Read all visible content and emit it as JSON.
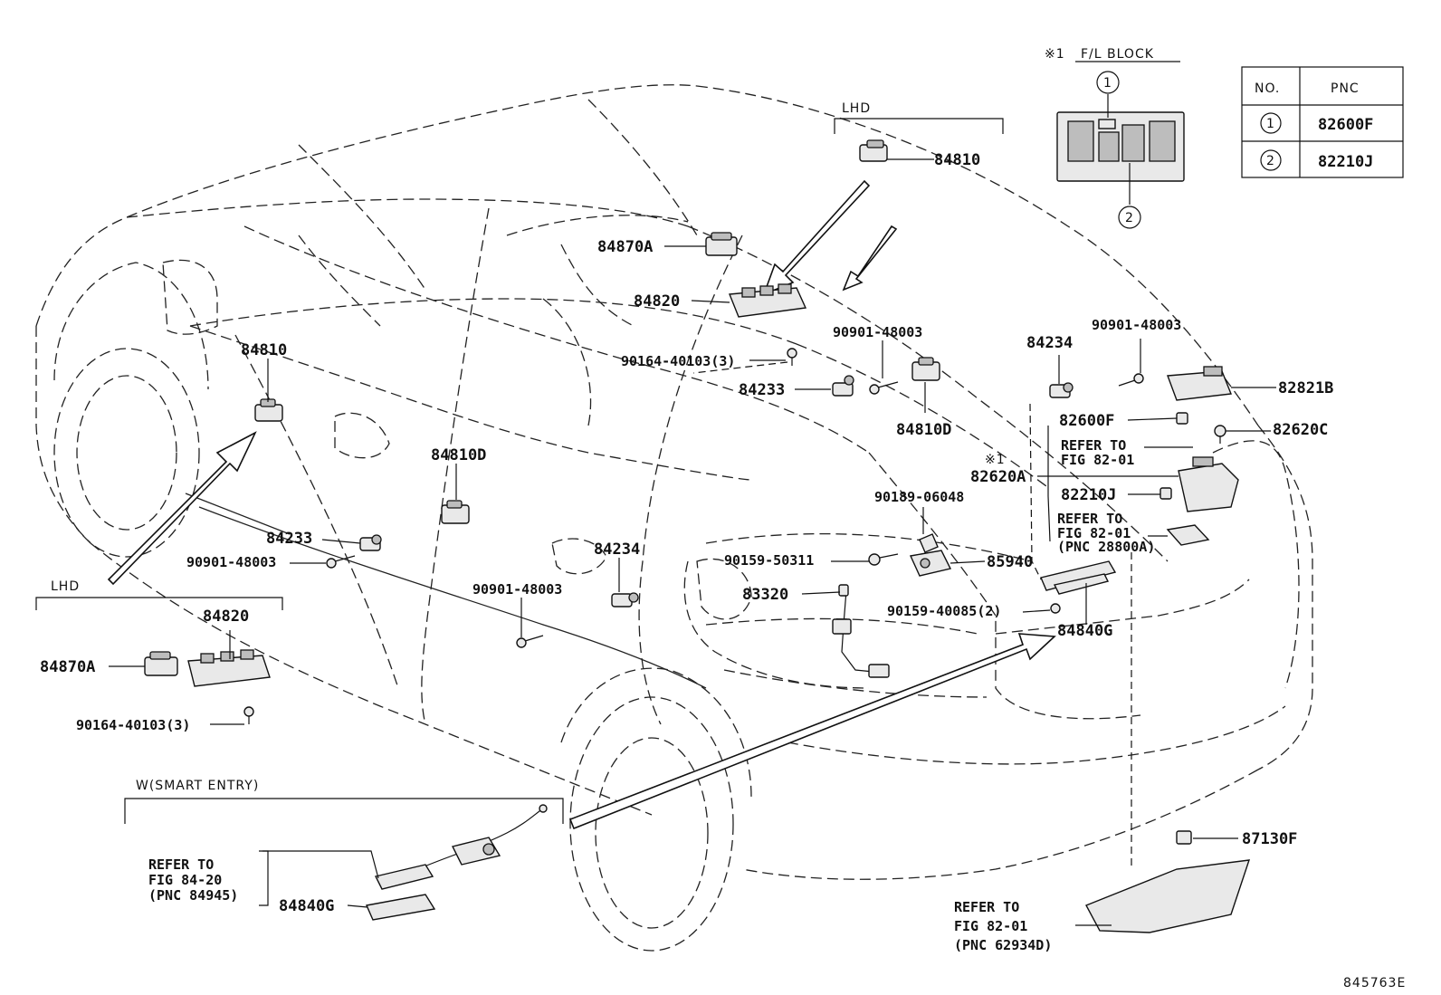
{
  "labels": {
    "p84810_top": "84810",
    "p84870a_top": "84870A",
    "p84820_top": "84820",
    "p90901_a": "90901-48003",
    "p90164_top": "90164-40103(3)",
    "p84233_right": "84233",
    "p84810d_right": "84810D",
    "p84234_right": "84234",
    "p90901_b": "90901-48003",
    "p82821b": "82821B",
    "p82600f": "82600F",
    "p82620c": "82620C",
    "p82620a": "82620A",
    "p82210j": "82210J",
    "p84810_left": "84810",
    "p84810d_mid": "84810D",
    "p84233_left": "84233",
    "p90901_c": "90901-48003",
    "p84234_mid": "84234",
    "p90901_d": "90901-48003",
    "p90189": "90189-06048",
    "p90159_50311": "90159-50311",
    "p85940": "85940",
    "p83320": "83320",
    "p90159_40085": "90159-40085(2)",
    "p84840g_right": "84840G",
    "p84820_lhd": "84820",
    "p84870a_lhd": "84870A",
    "p90164_lhd": "90164-40103(3)",
    "p84840g_smart": "84840G",
    "p87130f": "87130F"
  },
  "notes": {
    "refer_82_01_a_l1": "REFER TO",
    "refer_82_01_a_l2": "FIG 82-01",
    "refer_82_01_b_l1": "REFER TO",
    "refer_82_01_b_l2": "FIG 82-01",
    "refer_82_01_b_l3": "(PNC 28800A)",
    "refer_84_20_l1": "REFER TO",
    "refer_84_20_l2": "FIG 84-20",
    "refer_84_20_l3": "(PNC 84945)",
    "refer_62934_l1": "REFER TO",
    "refer_62934_l2": "FIG  82-01",
    "refer_62934_l3": "(PNC 62934D)",
    "star1_a": "※1",
    "star1_b": "※1"
  },
  "headings": {
    "lhd_top": "LHD",
    "lhd_left": "LHD",
    "smart_entry": "W(SMART ENTRY)",
    "fl_block_star": "※1",
    "fl_block": "F/L BLOCK"
  },
  "callouts": {
    "one": "1",
    "two": "2"
  },
  "table": {
    "header_no": "NO.",
    "header_pnc": "PNC",
    "rows": [
      {
        "no": "1",
        "pnc": "82600F"
      },
      {
        "no": "2",
        "pnc": "82210J"
      }
    ]
  },
  "figure_id": "845763E"
}
